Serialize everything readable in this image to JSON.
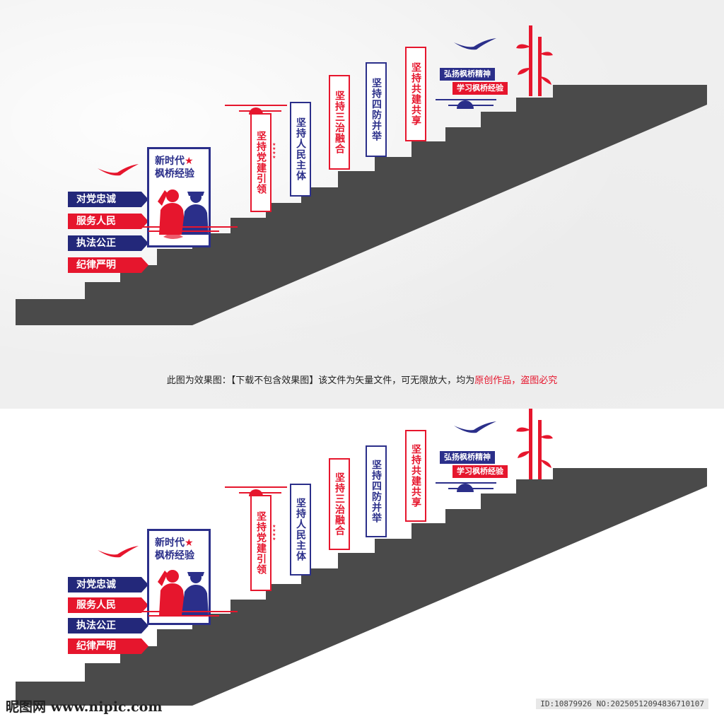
{
  "notice": {
    "prefix": "此图为效果图：【下载不包含效果图】该文件为矢量文件，可无限放大，均为",
    "highlight": "原创作品，盗图必究"
  },
  "tags": [
    "对党忠诚",
    "服务人民",
    "执法公正",
    "纪律严明"
  ],
  "board": {
    "line1": "新时代",
    "star": "★",
    "line2": "枫桥经验"
  },
  "banners": [
    "坚持党建引领",
    "坚持人民主体",
    "坚持三治融合",
    "坚持四防并举",
    "坚持共建共享"
  ],
  "ribbons": {
    "line1": "弘扬枫桥精神",
    "line2": "学习枫桥经验"
  },
  "watermark": {
    "logo": "昵图网 www.nipic.com",
    "id": "ID:10879926 NO:20250512094836710107"
  },
  "colors": {
    "red": "#e6162d",
    "blue": "#2b2f8a",
    "stairs": "#4a4a4a"
  }
}
